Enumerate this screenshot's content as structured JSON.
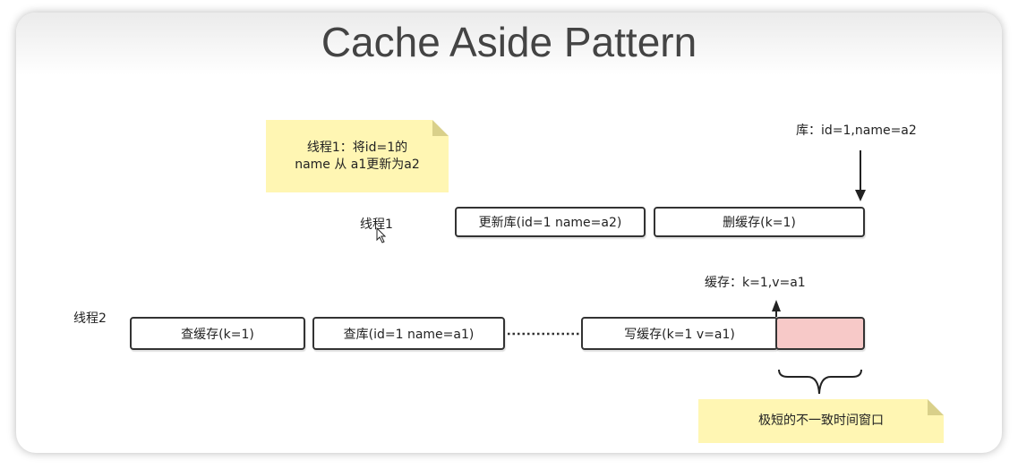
{
  "title": "Cache Aside Pattern",
  "note_thread1": {
    "line1": "线程1：将id=1的",
    "line2": "name 从 a1更新为a2"
  },
  "db_label": "库：id=1,name=a2",
  "thread1": {
    "label": "线程1",
    "steps": [
      "更新库(id=1 name=a2)",
      "删缓存(k=1)"
    ]
  },
  "cache_label": "缓存：k=1,v=a1",
  "thread2": {
    "label": "线程2",
    "steps": [
      "查缓存(k=1)",
      "查库(id=1 name=a1)",
      "写缓存(k=1 v=a1)"
    ]
  },
  "note_window": "极短的不一致时间窗口",
  "colors": {
    "note_bg": "#fff6b3",
    "window_fill": "#f7c9c8",
    "border": "#333333"
  }
}
